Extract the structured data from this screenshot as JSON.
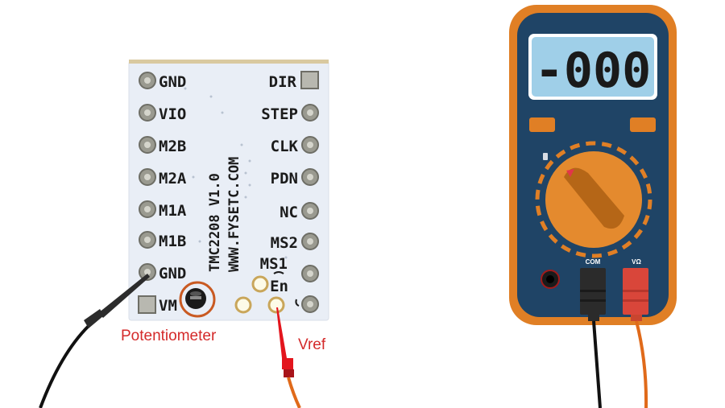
{
  "board": {
    "title": "TMC2208 V1.0",
    "website": "WWW.FYSETC.COM",
    "left_pins": [
      "GND",
      "VIO",
      "M2B",
      "M2A",
      "M1A",
      "M1B",
      "GND",
      "VM"
    ],
    "right_pins": [
      "DIR",
      "STEP",
      "CLK",
      "PDN",
      "NC",
      "MS2",
      "MS1",
      "En"
    ]
  },
  "annotations": {
    "potentiometer": "Potentiometer",
    "vref": "Vref"
  },
  "multimeter": {
    "display_value": "-000",
    "jack_com": "COM",
    "jack_v": "VΩ",
    "colors": {
      "body": "#e07f25",
      "panel": "#1f4466",
      "lcd": "#9fcfe8",
      "dial": "#e48a2e",
      "probe_black": "#2b2b2b",
      "probe_red": "#d9463a"
    }
  }
}
